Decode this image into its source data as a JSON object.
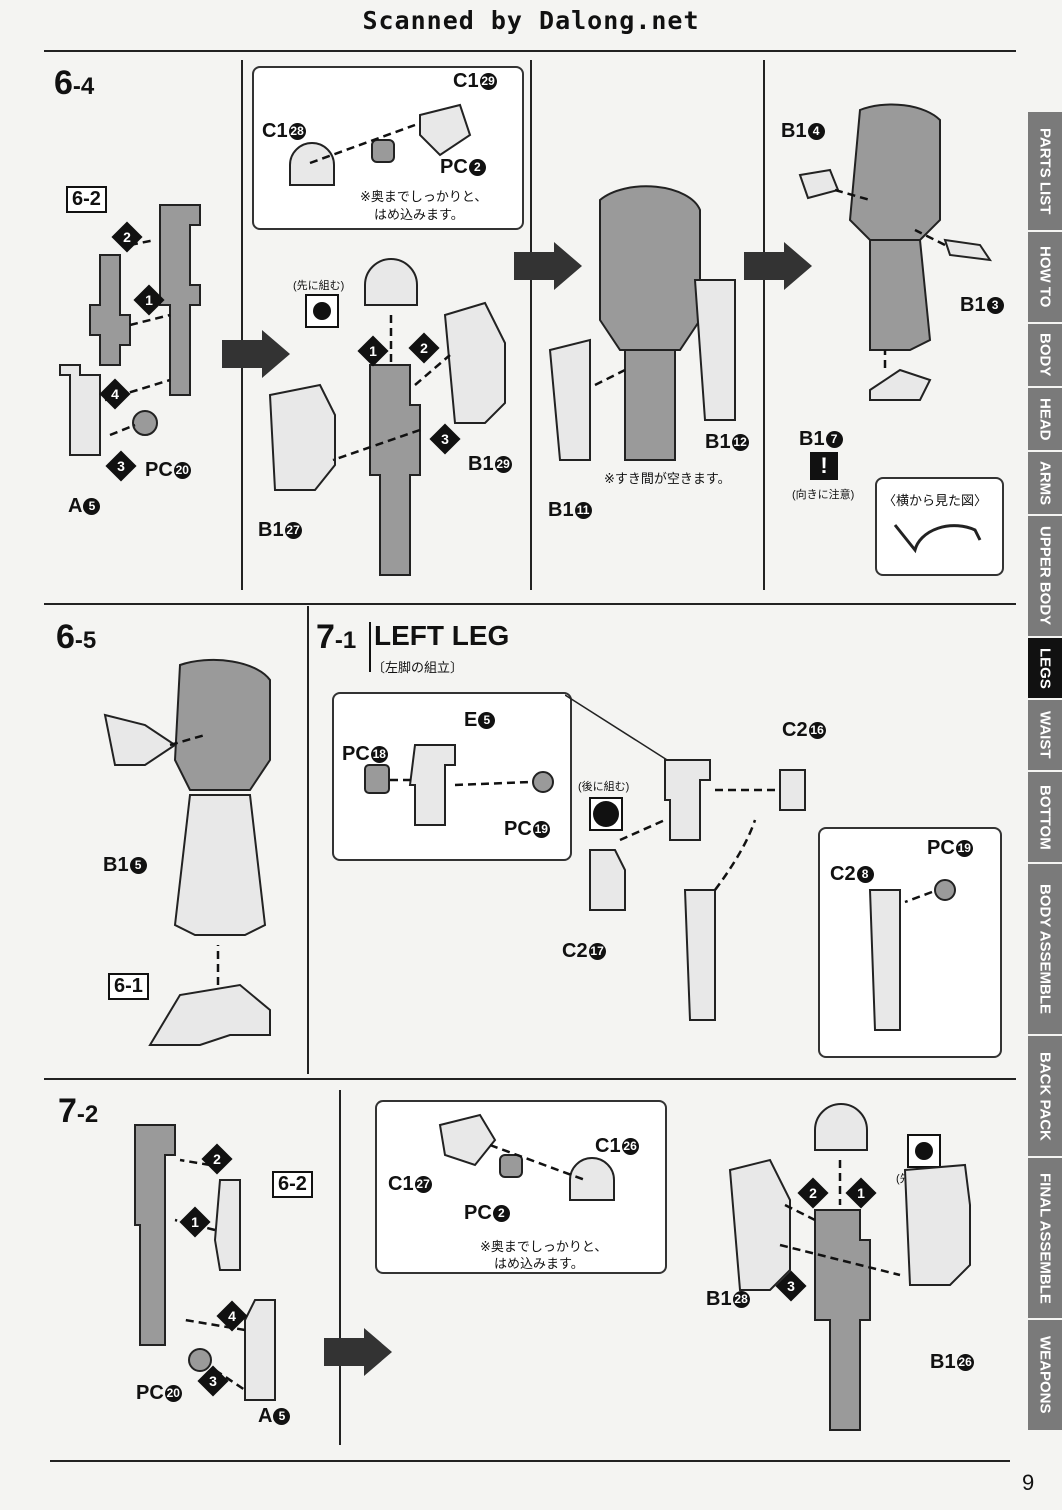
{
  "header": {
    "scanner": "Scanned by Dalong.net"
  },
  "page_number": "9",
  "tabs": [
    {
      "label": "PARTS LIST",
      "active": false
    },
    {
      "label": "HOW TO",
      "active": false
    },
    {
      "label": "BODY",
      "active": false
    },
    {
      "label": "HEAD",
      "active": false
    },
    {
      "label": "ARMS",
      "active": false
    },
    {
      "label": "UPPER BODY",
      "active": false
    },
    {
      "label": "LEGS",
      "active": true
    },
    {
      "label": "WAIST",
      "active": false
    },
    {
      "label": "BOTTOM",
      "active": false
    },
    {
      "label": "BODY ASSEMBLE",
      "active": false
    },
    {
      "label": "BACK PACK",
      "active": false
    },
    {
      "label": "FINAL ASSEMBLE",
      "active": false
    },
    {
      "label": "WEAPONS",
      "active": false
    }
  ],
  "step_6_4": {
    "title_main": "6",
    "title_sub": "-4",
    "ref": "6-2",
    "labels": {
      "c1_29": "C1",
      "c1_29_n": "29",
      "c1_28": "C1",
      "c1_28_n": "28",
      "pc2": "PC",
      "pc2_n": "2",
      "note_push": "※奥までしっかりと、",
      "note_push2": "はめ込みます。",
      "first": "(先に組む)",
      "pc20": "PC",
      "pc20_n": "20",
      "a5": "A",
      "a5_n": "5",
      "b1_27": "B1",
      "b1_27_n": "27",
      "b1_29": "B1",
      "b1_29_n": "29",
      "b1_12": "B1",
      "b1_12_n": "12",
      "b1_11": "B1",
      "b1_11_n": "11",
      "gap_note": "※すき間が空きます。",
      "b1_4": "B1",
      "b1_4_n": "4",
      "b1_3": "B1",
      "b1_3_n": "3",
      "b1_7": "B1",
      "b1_7_n": "7",
      "direction": "(向きに注意)",
      "side_view": "〈横から見た図〉"
    }
  },
  "step_6_5": {
    "title_main": "6",
    "title_sub": "-5",
    "b1_5": "B1",
    "b1_5_n": "5",
    "ref": "6-1"
  },
  "step_7_1": {
    "title_main": "7",
    "title_sub": "-1",
    "heading": "LEFT LEG",
    "subheading": "〔左脚の組立〕",
    "e5": "E",
    "e5_n": "5",
    "pc18": "PC",
    "pc18_n": "18",
    "pc19": "PC",
    "pc19_n": "19",
    "after": "(後に組む)",
    "c2_16": "C2",
    "c2_16_n": "16",
    "c2_17": "C2",
    "c2_17_n": "17",
    "c2_8": "C2",
    "c2_8_n": "8",
    "pc19b": "PC",
    "pc19b_n": "19"
  },
  "step_7_2": {
    "title_main": "7",
    "title_sub": "-2",
    "ref": "6-2",
    "pc20": "PC",
    "pc20_n": "20",
    "a5": "A",
    "a5_n": "5",
    "c1_27": "C1",
    "c1_27_n": "27",
    "c1_26": "C1",
    "c1_26_n": "26",
    "pc2": "PC",
    "pc2_n": "2",
    "note_push": "※奥までしっかりと、",
    "note_push2": "はめ込みます。",
    "first": "(先に組む)",
    "b1_28": "B1",
    "b1_28_n": "28",
    "b1_26": "B1",
    "b1_26_n": "26"
  },
  "step_numbers": [
    "1",
    "2",
    "3",
    "4"
  ]
}
